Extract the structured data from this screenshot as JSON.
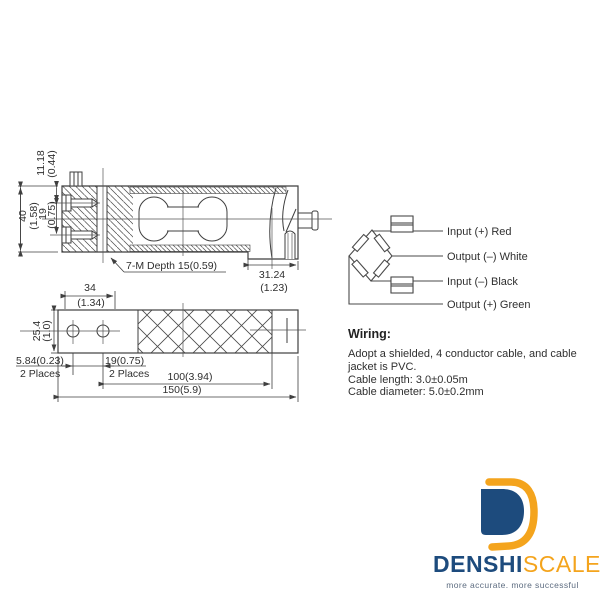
{
  "side_view": {
    "height_total": "40",
    "height_total_in": "(1.58)",
    "bolt_offset": "11.18",
    "bolt_offset_in": "(0.44)",
    "bolt_spacing": "19",
    "bolt_spacing_in": "(0.75)",
    "thread_note": "7-M Depth 15(0.59)",
    "right_foot": "31.24",
    "right_foot_in": "(1.23)"
  },
  "top_view": {
    "hole_span": "34",
    "hole_span_in": "(1.34)",
    "width": "25.4",
    "width_in": "(1.0)",
    "hole_dia": "5.84(0.23)",
    "hole_dia_note": "2 Places",
    "hole_pitch": "19(0.75)",
    "hole_pitch_note": "2 Places",
    "length_mid": "100(3.94)",
    "length_total": "150(5.9)"
  },
  "wiring_diagram": {
    "label_input_pos": "Input (+) Red",
    "label_output_neg": "Output (–) White",
    "label_input_neg": "Input (–) Black",
    "label_output_pos": "Output (+) Green"
  },
  "wiring_notes": {
    "title": "Wiring:",
    "line1": "Adopt a shielded, 4 conductor cable, and cable",
    "line2": "jacket is PVC.",
    "line3": "Cable length: 3.0±0.05m",
    "line4": "Cable diameter: 5.0±0.2mm"
  },
  "logo": {
    "brand_primary": "DENSHI",
    "brand_secondary": "SCALE",
    "tagline": "more accurate. more successful",
    "navy": "#1d4b7d",
    "orange": "#f4a41d",
    "tagline_color": "#5d6c80"
  }
}
